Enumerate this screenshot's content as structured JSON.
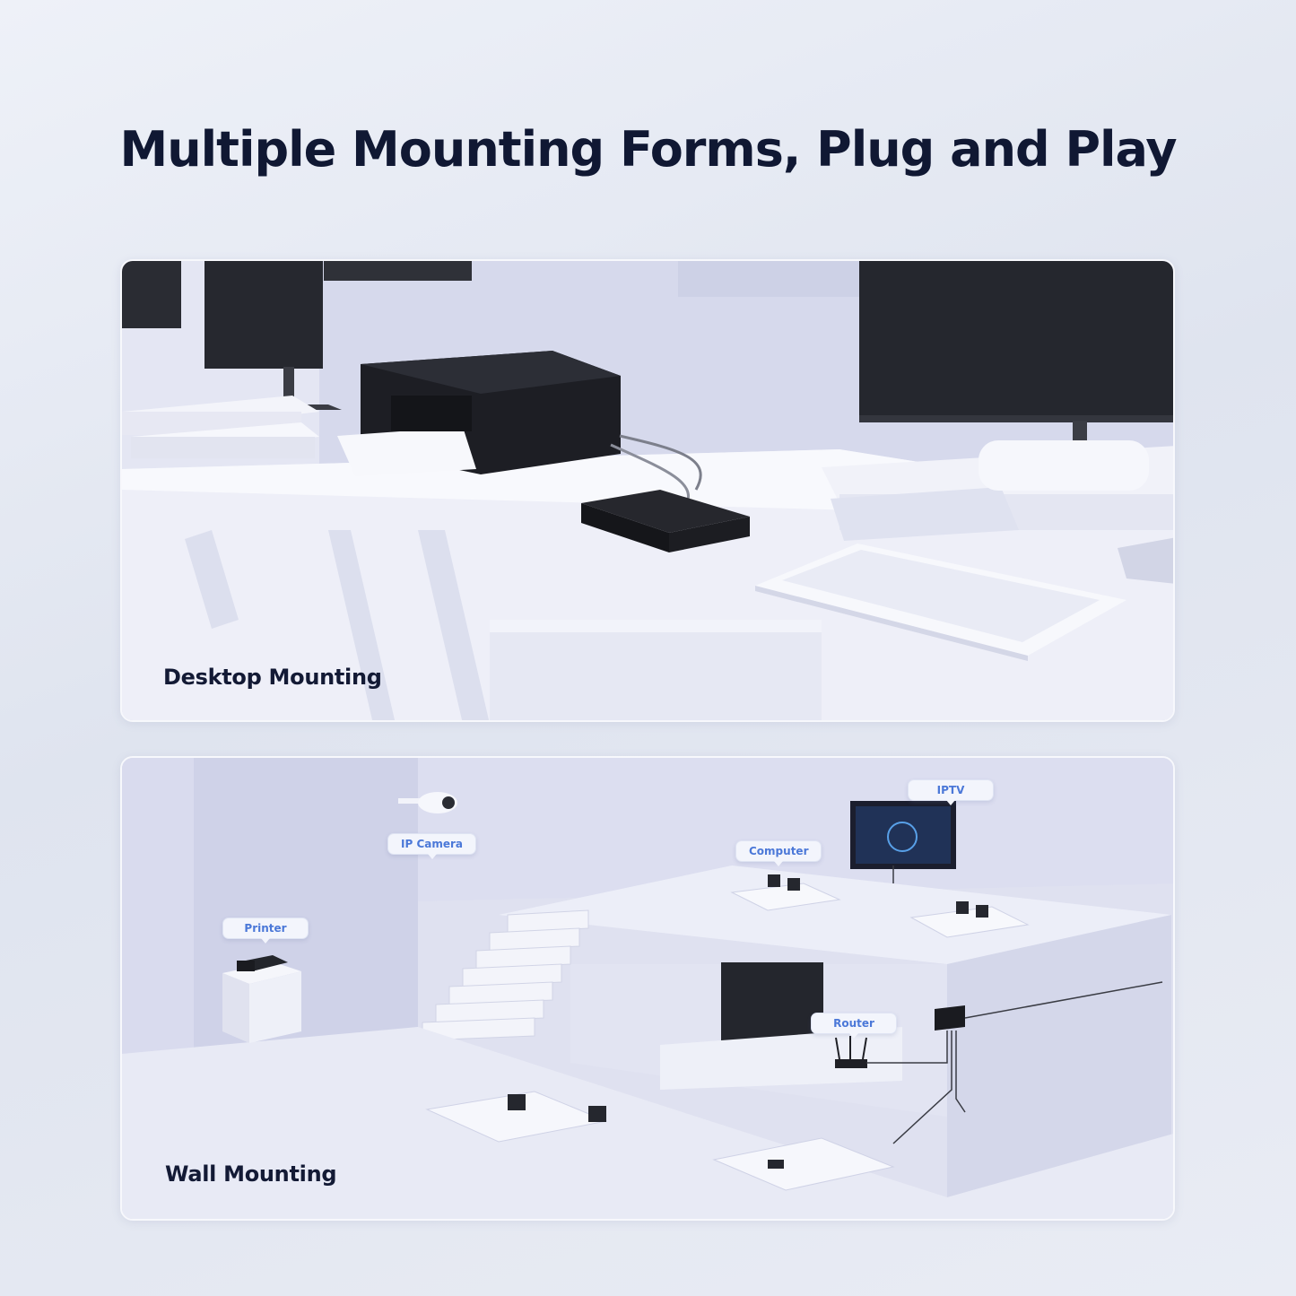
{
  "page": {
    "title": "Multiple Mounting Forms, Plug and Play"
  },
  "desktop_panel": {
    "label": "Desktop Mounting"
  },
  "wall_panel": {
    "label": "Wall Mounting",
    "callouts": {
      "ip_camera": "IP Camera",
      "iptv": "IPTV",
      "computer": "Computer",
      "printer": "Printer",
      "router": "Router"
    }
  },
  "colors": {
    "title": "#101833",
    "callout_text": "#4b78d8",
    "device": "#1c1d22"
  }
}
